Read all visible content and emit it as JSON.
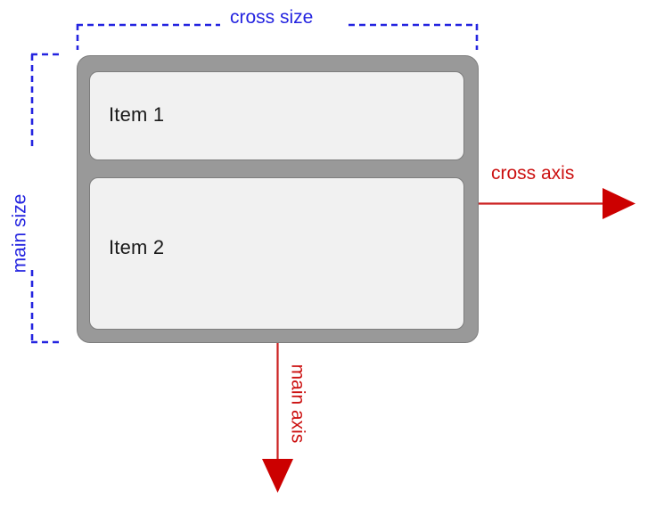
{
  "diagram": {
    "title": "flexbox main axis / cross axis with column direction",
    "background_color": "#ffffff"
  },
  "colors": {
    "blue": "#2424e0",
    "red": "#cc1111",
    "arrow_red": "#cc0000",
    "container_gray": "#999999",
    "container_stroke": "#7d7d7d",
    "item_fill": "#f1f1f1",
    "item_text": "#1a1a1a"
  },
  "container": {
    "name": "flex-container",
    "items": [
      {
        "label": "Item 1"
      },
      {
        "label": "Item 2"
      }
    ]
  },
  "annotations": {
    "cross_size": {
      "label": "cross size",
      "color": "#2424e0",
      "style": "dashed-bracket",
      "orientation": "horizontal"
    },
    "main_size": {
      "label": "main size",
      "color": "#2424e0",
      "style": "dashed-bracket",
      "orientation": "vertical"
    },
    "cross_axis": {
      "label": "cross axis",
      "color": "#cc1111",
      "style": "arrow",
      "direction": "right"
    },
    "main_axis": {
      "label": "main axis",
      "color": "#cc1111",
      "style": "arrow",
      "direction": "down"
    }
  }
}
